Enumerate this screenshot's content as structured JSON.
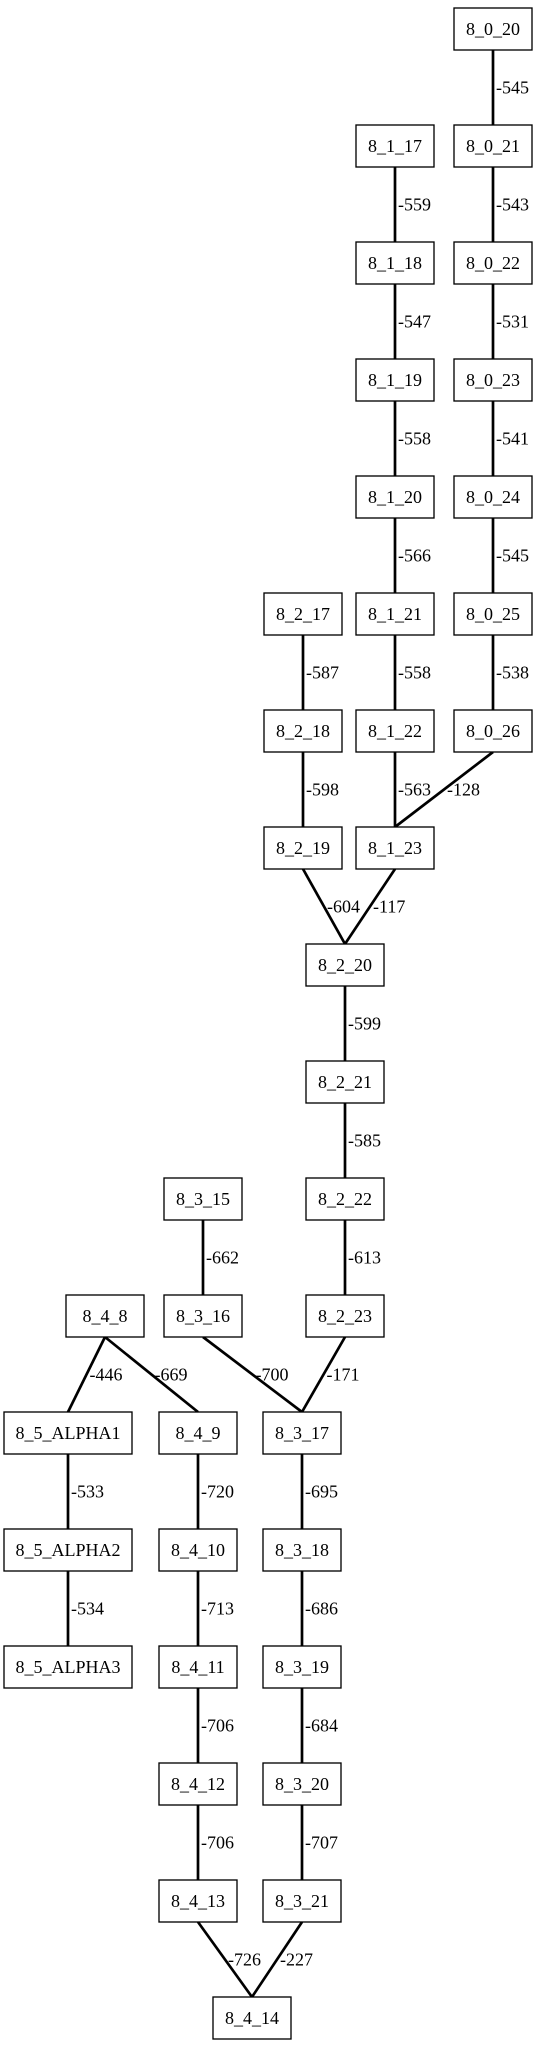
{
  "nodes": [
    {
      "id": "8_0_20",
      "label": "8_0_20"
    },
    {
      "id": "8_0_21",
      "label": "8_0_21"
    },
    {
      "id": "8_0_22",
      "label": "8_0_22"
    },
    {
      "id": "8_0_23",
      "label": "8_0_23"
    },
    {
      "id": "8_0_24",
      "label": "8_0_24"
    },
    {
      "id": "8_0_25",
      "label": "8_0_25"
    },
    {
      "id": "8_0_26",
      "label": "8_0_26"
    },
    {
      "id": "8_1_17",
      "label": "8_1_17"
    },
    {
      "id": "8_1_18",
      "label": "8_1_18"
    },
    {
      "id": "8_1_19",
      "label": "8_1_19"
    },
    {
      "id": "8_1_20",
      "label": "8_1_20"
    },
    {
      "id": "8_1_21",
      "label": "8_1_21"
    },
    {
      "id": "8_1_22",
      "label": "8_1_22"
    },
    {
      "id": "8_1_23",
      "label": "8_1_23"
    },
    {
      "id": "8_2_17",
      "label": "8_2_17"
    },
    {
      "id": "8_2_18",
      "label": "8_2_18"
    },
    {
      "id": "8_2_19",
      "label": "8_2_19"
    },
    {
      "id": "8_2_20",
      "label": "8_2_20"
    },
    {
      "id": "8_2_21",
      "label": "8_2_21"
    },
    {
      "id": "8_2_22",
      "label": "8_2_22"
    },
    {
      "id": "8_2_23",
      "label": "8_2_23"
    },
    {
      "id": "8_3_15",
      "label": "8_3_15"
    },
    {
      "id": "8_3_16",
      "label": "8_3_16"
    },
    {
      "id": "8_3_17",
      "label": "8_3_17"
    },
    {
      "id": "8_3_18",
      "label": "8_3_18"
    },
    {
      "id": "8_3_19",
      "label": "8_3_19"
    },
    {
      "id": "8_3_20",
      "label": "8_3_20"
    },
    {
      "id": "8_3_21",
      "label": "8_3_21"
    },
    {
      "id": "8_4_8",
      "label": "8_4_8"
    },
    {
      "id": "8_4_9",
      "label": "8_4_9"
    },
    {
      "id": "8_4_10",
      "label": "8_4_10"
    },
    {
      "id": "8_4_11",
      "label": "8_4_11"
    },
    {
      "id": "8_4_12",
      "label": "8_4_12"
    },
    {
      "id": "8_4_13",
      "label": "8_4_13"
    },
    {
      "id": "8_4_14",
      "label": "8_4_14"
    },
    {
      "id": "8_5_ALPHA1",
      "label": "8_5_ALPHA1"
    },
    {
      "id": "8_5_ALPHA2",
      "label": "8_5_ALPHA2"
    },
    {
      "id": "8_5_ALPHA3",
      "label": "8_5_ALPHA3"
    }
  ],
  "edges": [
    {
      "from": "8_0_20",
      "to": "8_0_21",
      "label": "-545"
    },
    {
      "from": "8_0_21",
      "to": "8_0_22",
      "label": "-543"
    },
    {
      "from": "8_0_22",
      "to": "8_0_23",
      "label": "-531"
    },
    {
      "from": "8_0_23",
      "to": "8_0_24",
      "label": "-541"
    },
    {
      "from": "8_0_24",
      "to": "8_0_25",
      "label": "-545"
    },
    {
      "from": "8_0_25",
      "to": "8_0_26",
      "label": "-538"
    },
    {
      "from": "8_0_26",
      "to": "8_1_23",
      "label": "-128"
    },
    {
      "from": "8_1_17",
      "to": "8_1_18",
      "label": "-559"
    },
    {
      "from": "8_1_18",
      "to": "8_1_19",
      "label": "-547"
    },
    {
      "from": "8_1_19",
      "to": "8_1_20",
      "label": "-558"
    },
    {
      "from": "8_1_20",
      "to": "8_1_21",
      "label": "-566"
    },
    {
      "from": "8_1_21",
      "to": "8_1_22",
      "label": "-558"
    },
    {
      "from": "8_1_22",
      "to": "8_1_23",
      "label": "-563"
    },
    {
      "from": "8_1_23",
      "to": "8_2_20",
      "label": "-117"
    },
    {
      "from": "8_2_17",
      "to": "8_2_18",
      "label": "-587"
    },
    {
      "from": "8_2_18",
      "to": "8_2_19",
      "label": "-598"
    },
    {
      "from": "8_2_19",
      "to": "8_2_20",
      "label": "-604"
    },
    {
      "from": "8_2_20",
      "to": "8_2_21",
      "label": "-599"
    },
    {
      "from": "8_2_21",
      "to": "8_2_22",
      "label": "-585"
    },
    {
      "from": "8_2_22",
      "to": "8_2_23",
      "label": "-613"
    },
    {
      "from": "8_2_23",
      "to": "8_3_17",
      "label": "-171"
    },
    {
      "from": "8_3_15",
      "to": "8_3_16",
      "label": "-662"
    },
    {
      "from": "8_3_16",
      "to": "8_3_17",
      "label": "-700"
    },
    {
      "from": "8_3_17",
      "to": "8_3_18",
      "label": "-695"
    },
    {
      "from": "8_3_18",
      "to": "8_3_19",
      "label": "-686"
    },
    {
      "from": "8_3_19",
      "to": "8_3_20",
      "label": "-684"
    },
    {
      "from": "8_3_20",
      "to": "8_3_21",
      "label": "-707"
    },
    {
      "from": "8_3_21",
      "to": "8_4_14",
      "label": "-227"
    },
    {
      "from": "8_4_8",
      "to": "8_5_ALPHA1",
      "label": "-446"
    },
    {
      "from": "8_4_8",
      "to": "8_4_9",
      "label": "-669"
    },
    {
      "from": "8_4_9",
      "to": "8_4_10",
      "label": "-720"
    },
    {
      "from": "8_4_10",
      "to": "8_4_11",
      "label": "-713"
    },
    {
      "from": "8_4_11",
      "to": "8_4_12",
      "label": "-706"
    },
    {
      "from": "8_4_12",
      "to": "8_4_13",
      "label": "-706"
    },
    {
      "from": "8_4_13",
      "to": "8_4_14",
      "label": "-726"
    },
    {
      "from": "8_5_ALPHA1",
      "to": "8_5_ALPHA2",
      "label": "-533"
    },
    {
      "from": "8_5_ALPHA2",
      "to": "8_5_ALPHA3",
      "label": "-534"
    }
  ]
}
